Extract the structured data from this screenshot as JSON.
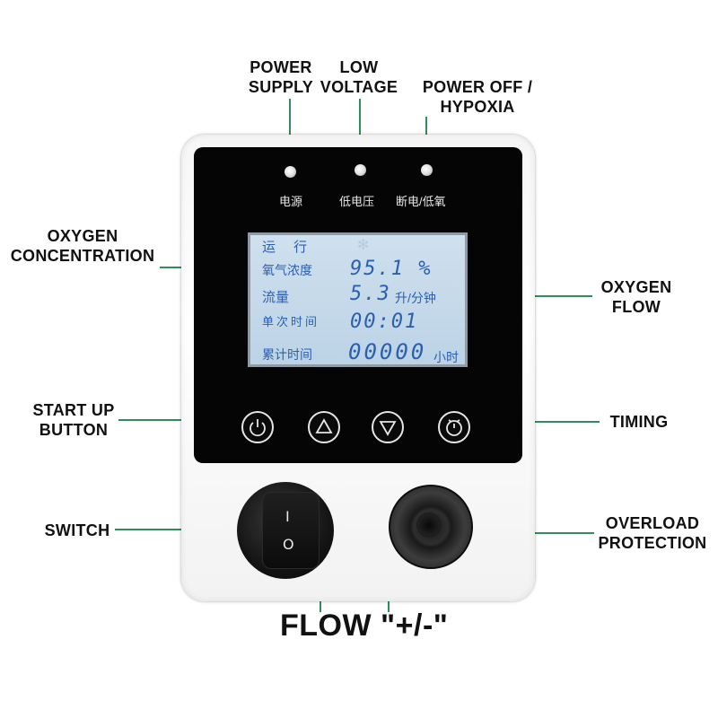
{
  "callouts": {
    "power_supply": [
      "POWER",
      "SUPPLY"
    ],
    "low_voltage": [
      "LOW",
      "VOLTAGE"
    ],
    "power_off": [
      "POWER OFF /",
      "HYPOXIA"
    ],
    "oxygen_concentration": [
      "OXYGEN",
      "CONCENTRATION"
    ],
    "oxygen_flow": [
      "OXYGEN",
      "FLOW"
    ],
    "start_up_button": [
      "START UP",
      "BUTTON"
    ],
    "timing": "TIMING",
    "switch": "SWITCH",
    "overload_protection": [
      "OVERLOAD",
      "PROTECTION"
    ],
    "flow": "FLOW \"+/-\""
  },
  "indicators": {
    "power": "电源",
    "low_voltage": "低电压",
    "power_off": "断电/低氧"
  },
  "lcd": {
    "status": "运  行",
    "concentration_label": "氧气浓度",
    "concentration_value": "95.1 %",
    "flow_label": "流量",
    "flow_value": "5.3",
    "flow_unit": "升/分钟",
    "single_time_label": "单次时间",
    "single_time_value": "00:01",
    "total_time_label": "累计时间",
    "total_time_value": "00000",
    "total_time_unit": "小时"
  },
  "switch_marks": {
    "on": "I",
    "off": "O"
  },
  "colors": {
    "leader_line": "#2f8f5b",
    "lcd_text": "#2b5fb0",
    "lcd_background": "#c6dbec",
    "panel": "#050505"
  }
}
